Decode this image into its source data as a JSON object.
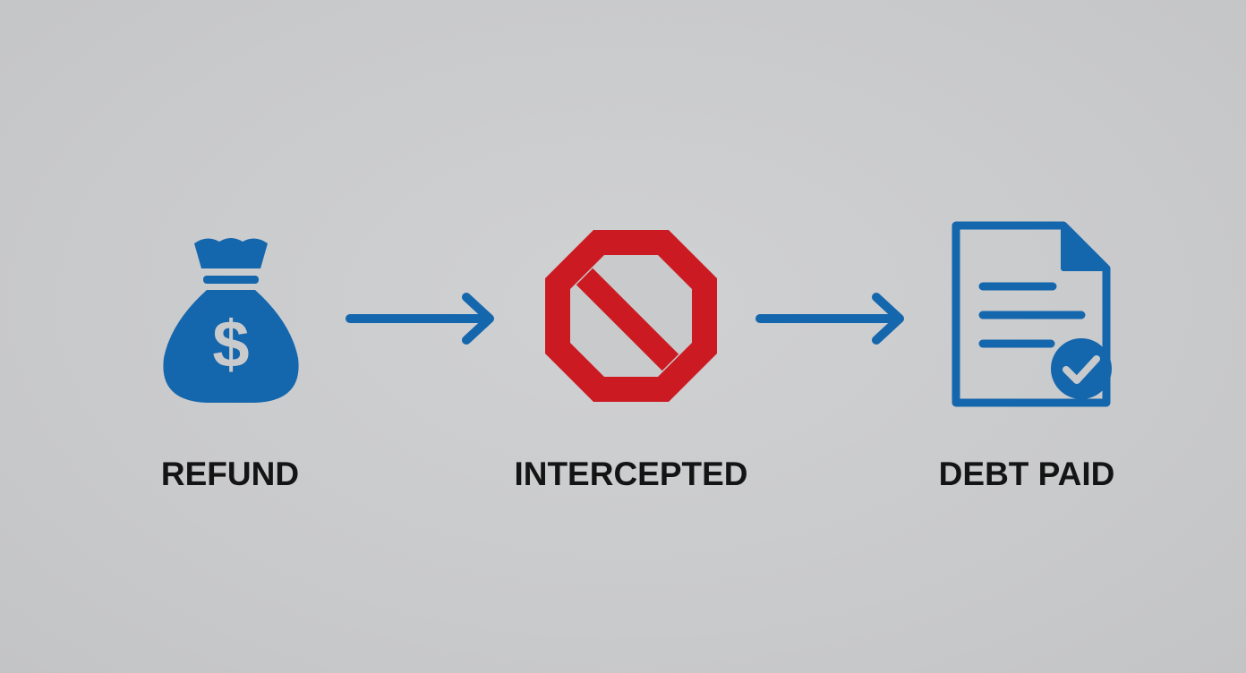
{
  "colors": {
    "background": "#c9cacc",
    "blue": "#1466ad",
    "red": "#cc1a22",
    "text": "#141414"
  },
  "steps": [
    {
      "label": "REFUND",
      "icon": "money-bag-icon"
    },
    {
      "label": "INTERCEPTED",
      "icon": "prohibited-icon"
    },
    {
      "label": "DEBT PAID",
      "icon": "document-check-icon"
    }
  ],
  "connectors": [
    {
      "from": "REFUND",
      "to": "INTERCEPTED",
      "icon": "arrow-right-icon"
    },
    {
      "from": "INTERCEPTED",
      "to": "DEBT PAID",
      "icon": "arrow-right-icon"
    }
  ]
}
